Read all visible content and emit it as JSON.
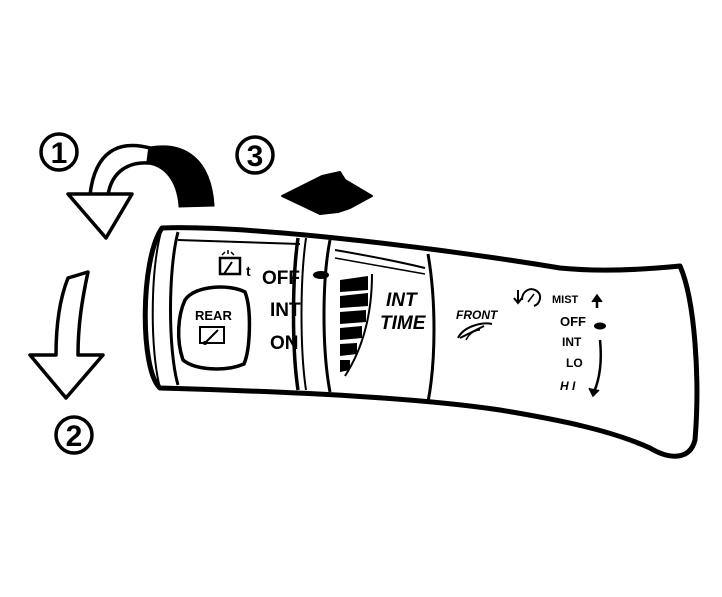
{
  "callouts": {
    "one": "1",
    "two": "2",
    "three": "3"
  },
  "rear_switch": {
    "positions": [
      "OFF",
      "INT",
      "ON"
    ],
    "washer_label": "t",
    "knob_label": "REAR"
  },
  "int_time": {
    "line1": "INT",
    "line2": "TIME"
  },
  "front": {
    "label": "FRONT"
  },
  "front_positions": [
    "MIST",
    "OFF",
    "INT",
    "LO",
    "H I"
  ]
}
